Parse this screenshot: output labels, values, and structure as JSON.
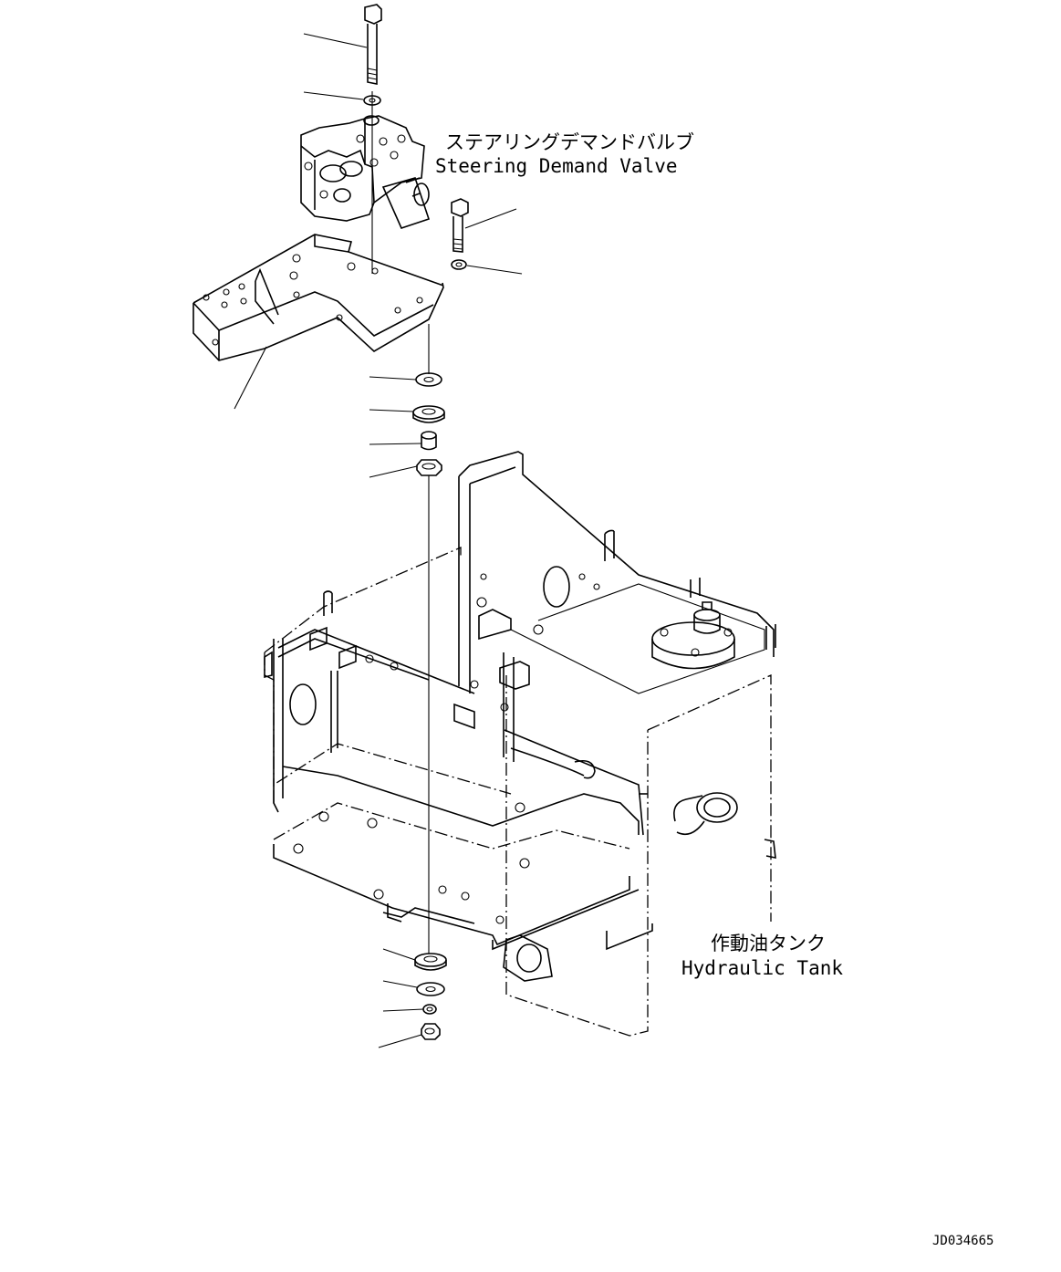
{
  "labels": {
    "steering_valve_jp": "ステアリングデマンドバルブ",
    "steering_valve_en": "Steering Demand Valve",
    "hydraulic_tank_jp": "作動油タンク",
    "hydraulic_tank_en": "Hydraulic Tank",
    "drawing_number": "JD034665"
  }
}
